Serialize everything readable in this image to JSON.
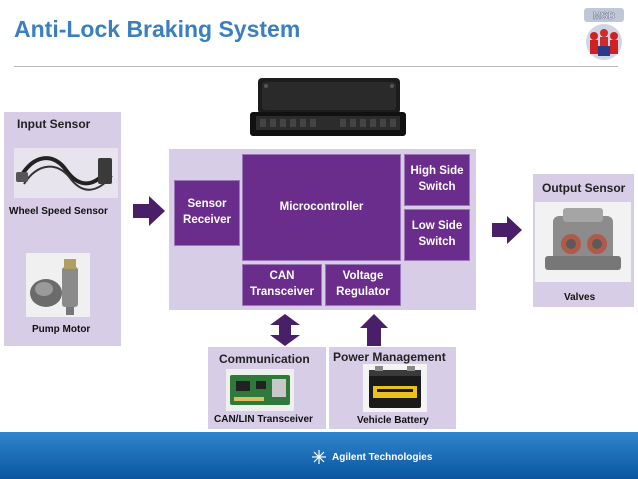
{
  "title": "Anti-Lock Braking System",
  "colors": {
    "title": "#3a7fbf",
    "panel_bg": "#d7cde6",
    "block_fill": "#6a2d8c",
    "arrow_fill": "#4a1f6a",
    "footer": "#0b55a0"
  },
  "input_sensor": {
    "title": "Input Sensor",
    "wheel_speed_label": "Wheel Speed Sensor",
    "pump_motor_label": "Pump Motor"
  },
  "ecu": {
    "sensor_receiver": "Sensor Receiver",
    "microcontroller": "Microcontroller",
    "high_side_switch": "High Side Switch",
    "low_side_switch": "Low Side Switch",
    "can_transceiver": "CAN Transceiver",
    "voltage_regulator": "Voltage Regulator"
  },
  "output_sensor": {
    "title": "Output Sensor",
    "valves_label": "Valves"
  },
  "communication": {
    "title": "Communication",
    "label": "CAN/LIN Transceiver"
  },
  "power_management": {
    "title": "Power Management",
    "label": "Vehicle Battery"
  },
  "footer": {
    "brand": "Agilent Technologies"
  }
}
